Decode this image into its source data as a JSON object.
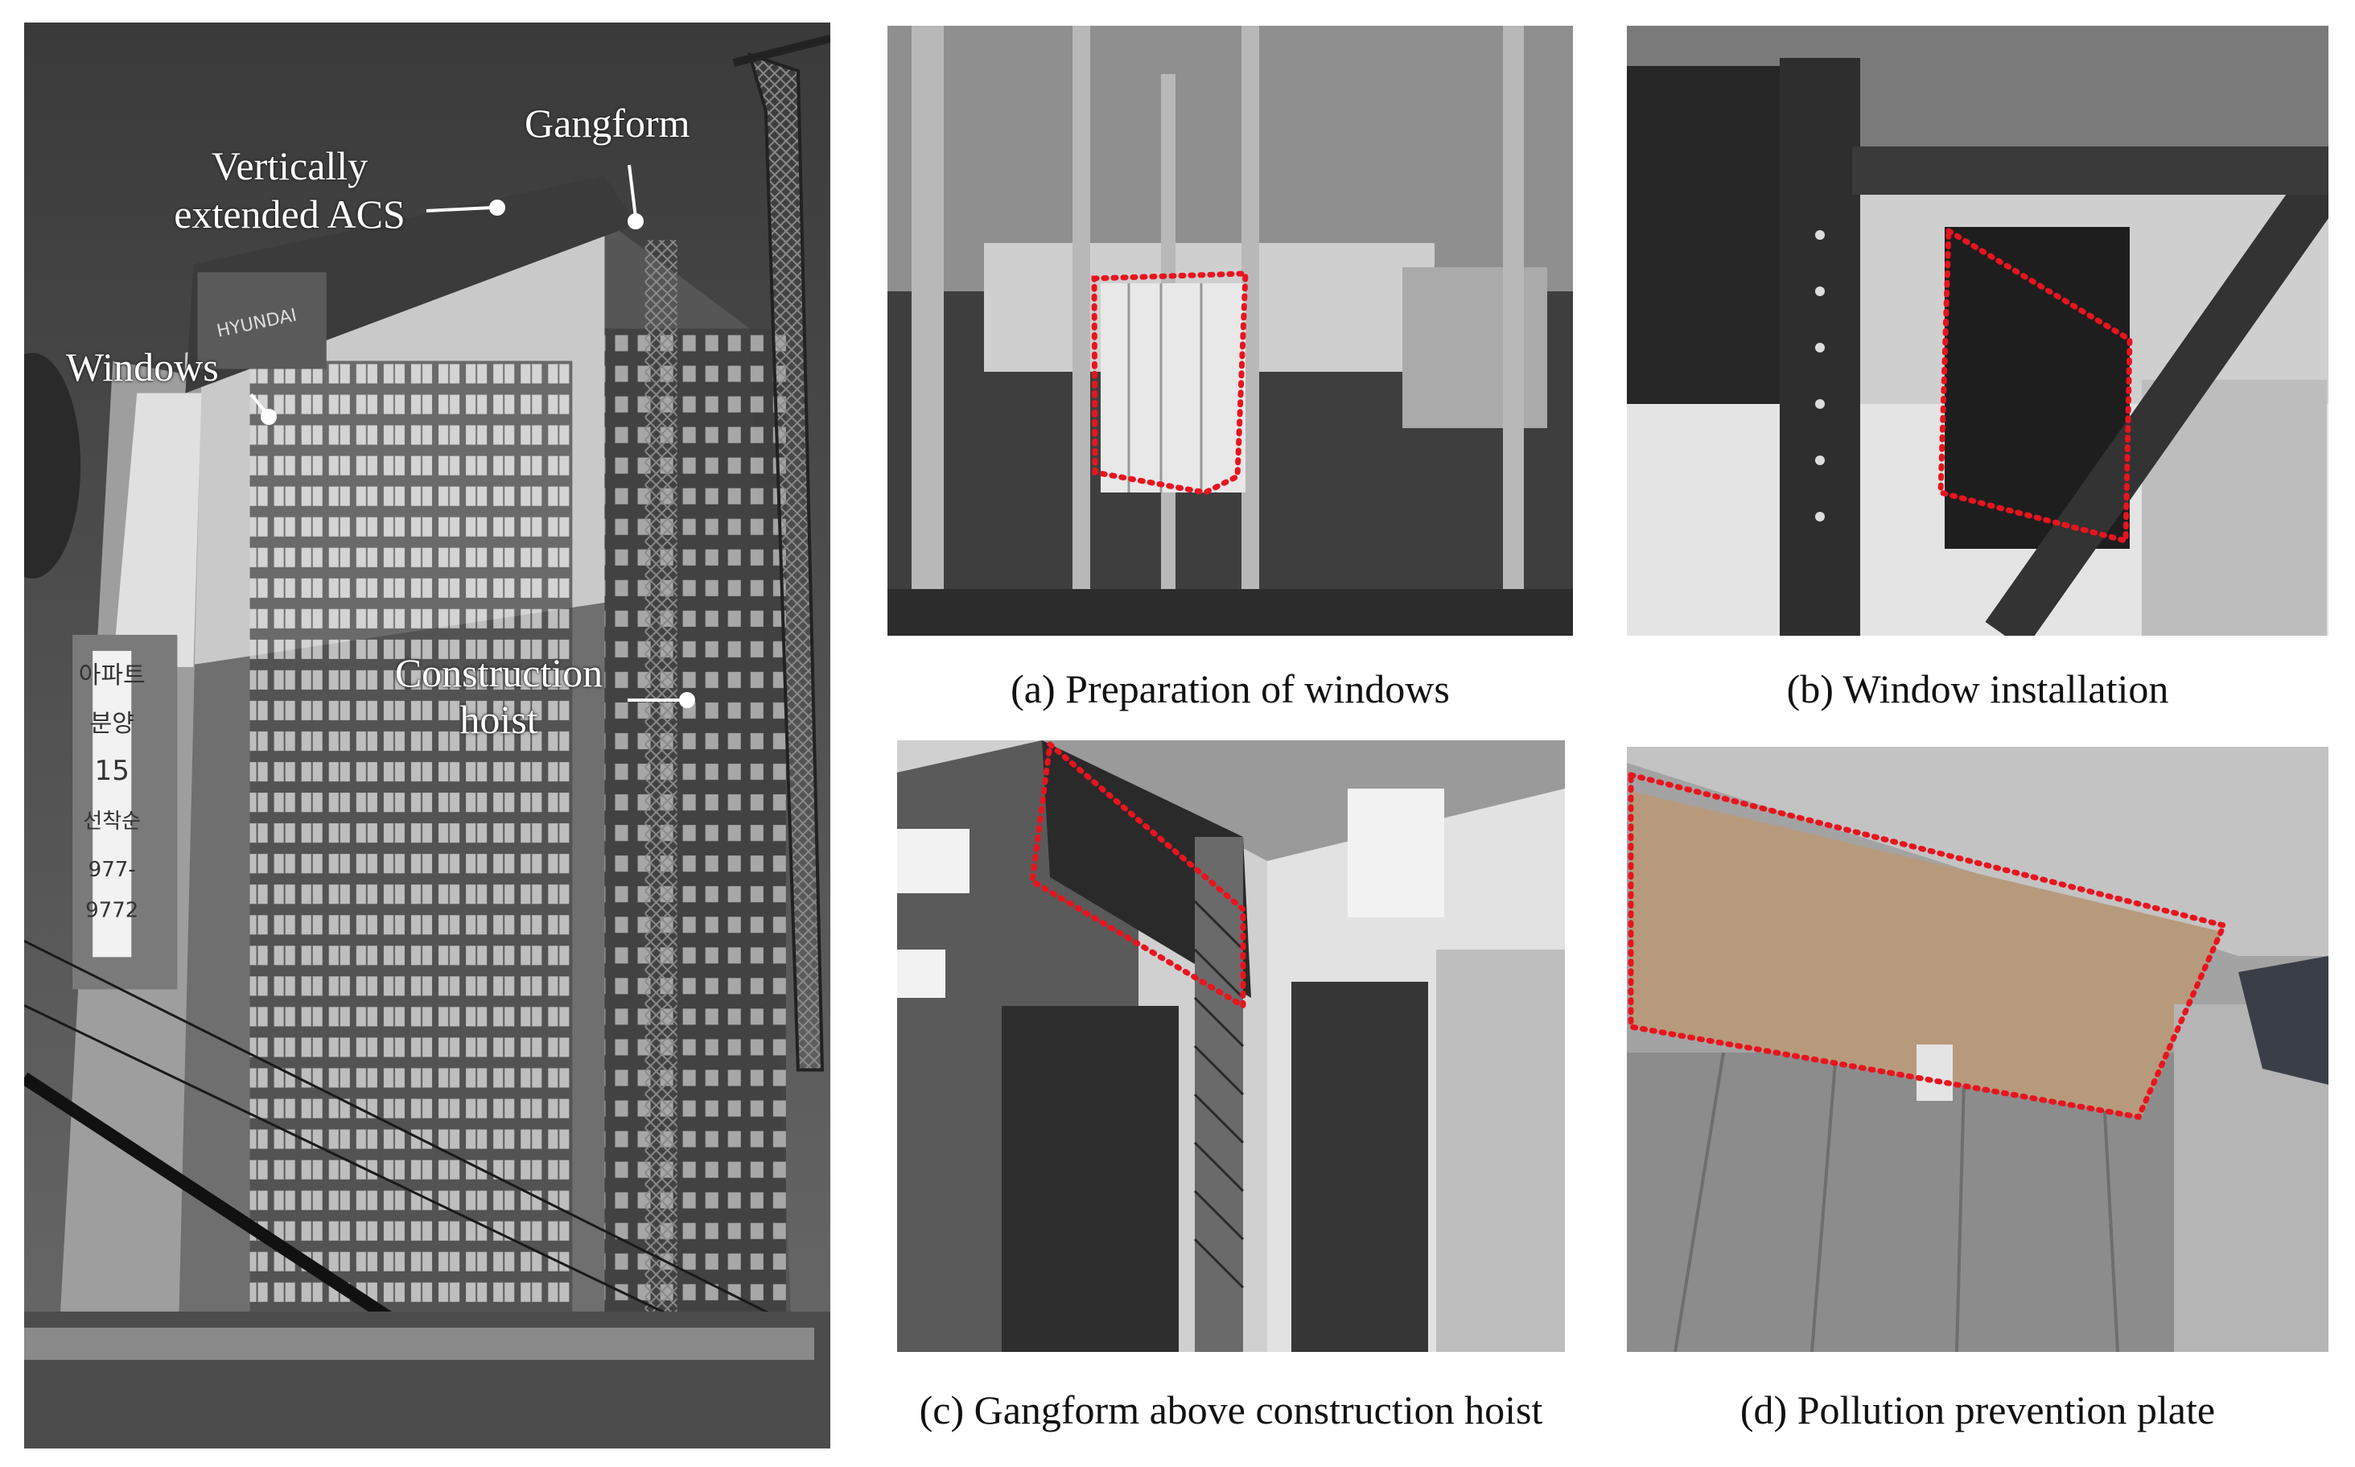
{
  "building_photo": {
    "labels": {
      "gangform": "Gangform",
      "acs": [
        "Vertically",
        "extended ACS"
      ],
      "windows": "Windows",
      "hoist": [
        "Construction",
        "hoist"
      ]
    },
    "sign_text": [
      "아파트",
      "분양",
      "15",
      "선착순",
      "977-",
      "9772"
    ],
    "crane_brand": "HYUNDAI"
  },
  "panels": {
    "a": {
      "caption": "(a) Preparation of windows"
    },
    "b": {
      "caption": "(b) Window installation"
    },
    "c": {
      "caption": "(c) Gangform above construction hoist"
    },
    "d": {
      "caption": "(d) Pollution prevention plate"
    }
  },
  "colors": {
    "highlight": "#e8141e",
    "label_text": "#ffffff",
    "caption_text": "#111111"
  }
}
